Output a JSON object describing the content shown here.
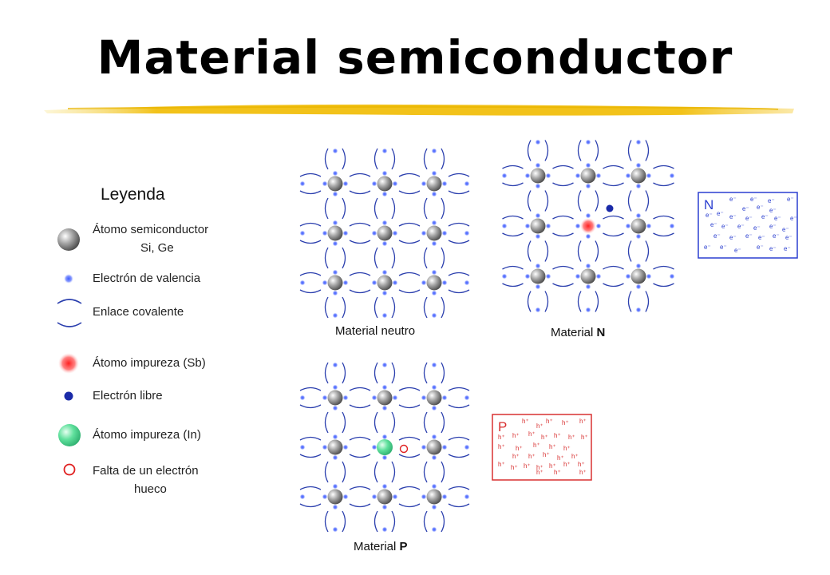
{
  "title": "Material semiconductor",
  "legend": {
    "heading": "Leyenda",
    "items": [
      {
        "key": "semiconductor_atom",
        "label": "Átomo semiconductor",
        "sublabel": "Si, Ge"
      },
      {
        "key": "valence_electron",
        "label": "Electrón de valencia"
      },
      {
        "key": "covalent_bond",
        "label": "Enlace covalente"
      },
      {
        "key": "impurity_sb",
        "label": "Átomo impureza (Sb)"
      },
      {
        "key": "free_electron",
        "label": "Electrón libre"
      },
      {
        "key": "impurity_in",
        "label": "Átomo impureza (In)"
      },
      {
        "key": "hole",
        "label": "Falta de un electrón",
        "sublabel": "hueco"
      }
    ]
  },
  "diagrams": {
    "neutral": {
      "caption": "Material neutro"
    },
    "n_type": {
      "caption_prefix": "Material ",
      "caption_bold": "N",
      "box_letter": "N",
      "carrier_symbol": "e⁻"
    },
    "p_type": {
      "caption_prefix": "Material ",
      "caption_bold": "P",
      "box_letter": "P",
      "carrier_symbol": "h⁺"
    }
  },
  "colors": {
    "atom": "#8a8a8a",
    "valence_electron": "#3b5bff",
    "bond": "#2b3fae",
    "impurity_sb": "#ff3030",
    "free_electron": "#1a2aa8",
    "impurity_in": "#3fd68a",
    "hole": "#e02020",
    "n_box": "#2b3fd0",
    "p_box": "#d83030",
    "underline": "#f2c21a"
  }
}
